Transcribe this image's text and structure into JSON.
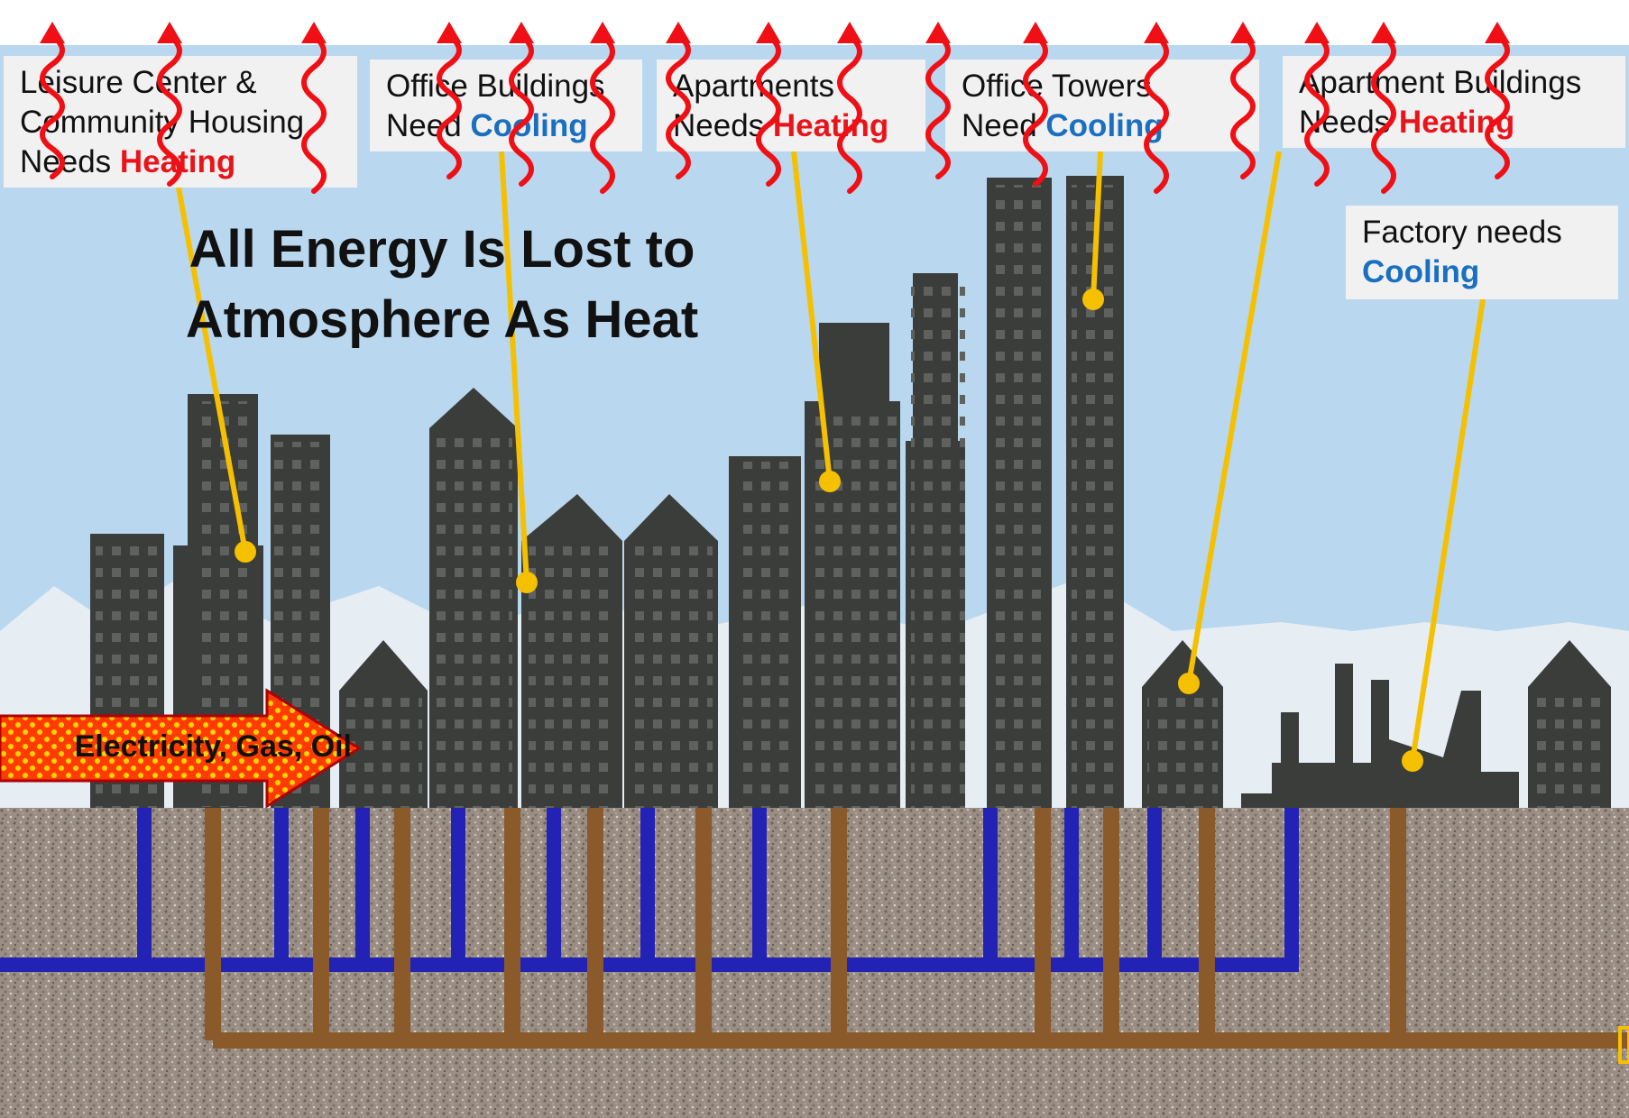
{
  "headline": {
    "line1": "All Energy Is Lost to",
    "line2": "Atmosphere As Heat"
  },
  "labels": [
    {
      "id": "leisure",
      "lines": [
        "Leisure Center &",
        "Community Housing"
      ],
      "prefix": "Needs ",
      "need": "Heating",
      "kind": "heating"
    },
    {
      "id": "office",
      "lines": [
        "Office Buildings"
      ],
      "prefix": "Need ",
      "need": "Cooling",
      "kind": "cooling"
    },
    {
      "id": "apartments",
      "lines": [
        "Apartments"
      ],
      "prefix": "Needs ",
      "need": "Heating",
      "kind": "heating"
    },
    {
      "id": "towers",
      "lines": [
        "Office Towers"
      ],
      "prefix": "Need ",
      "need": "Cooling",
      "kind": "cooling"
    },
    {
      "id": "apt-buildings",
      "lines": [
        "Apartment Buildings"
      ],
      "prefix": "Needs ",
      "need": "Heating",
      "kind": "heating"
    },
    {
      "id": "factory",
      "lines": [
        "Factory needs"
      ],
      "prefix": "",
      "need": "Cooling",
      "kind": "cooling"
    }
  ],
  "energy_input": "Electricity, Gas, Oil",
  "colors": {
    "sky": "#b9d8ef",
    "building": "#3b3d3b",
    "window": "#5e615e",
    "ground": "#9a8e84",
    "heating": "#e8141a",
    "cooling": "#1a6fc0",
    "heat_wave": "#ef0f14",
    "callout_line": "#f5c000",
    "cold_pipe": "#2222b5",
    "warm_pipe": "#8b5a2b",
    "arrow_fill": "#ff3b00",
    "arrow_dots": "#ffd400"
  }
}
